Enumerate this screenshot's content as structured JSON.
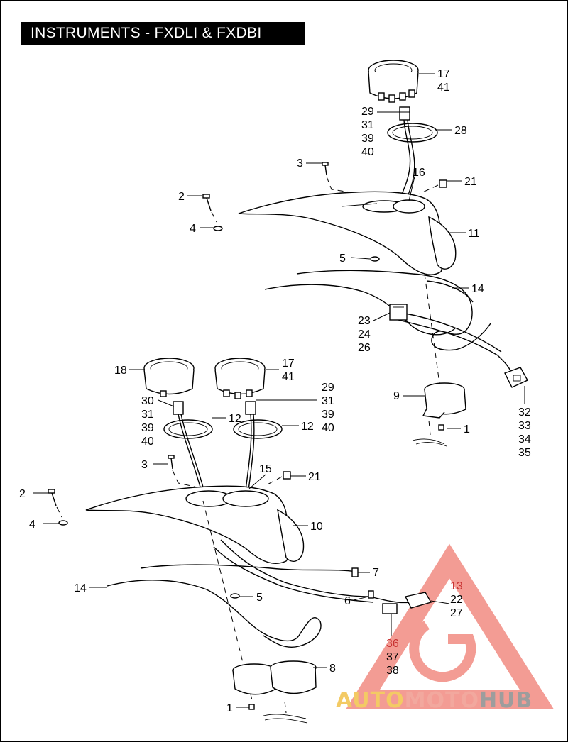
{
  "title": "INSTRUMENTS - FXDLI & FXDBI",
  "callouts": {
    "upper": {
      "c17": "17",
      "c41": "41",
      "c29": "29",
      "c31": "31",
      "c39": "39",
      "c40": "40",
      "c28": "28",
      "c3": "3",
      "c16": "16",
      "c21": "21",
      "c2": "2",
      "c4": "4",
      "c11": "11",
      "c5": "5",
      "c14": "14",
      "c23": "23",
      "c24": "24",
      "c26": "26",
      "c9": "9",
      "c1": "1",
      "c32": "32",
      "c33": "33",
      "c34": "34",
      "c35": "35"
    },
    "lower": {
      "c18": "18",
      "c17": "17",
      "c41": "41",
      "c30": "30",
      "c31a": "31",
      "c39a": "39",
      "c40a": "40",
      "c29": "29",
      "c31b": "31",
      "c39b": "39",
      "c40b": "40",
      "c12a": "12",
      "c12b": "12",
      "c3": "3",
      "c15": "15",
      "c21": "21",
      "c2": "2",
      "c4": "4",
      "c10": "10",
      "c7": "7",
      "c14": "14",
      "c5": "5",
      "c6": "6",
      "c13": "13",
      "c22": "22",
      "c27": "27",
      "c36": "36",
      "c37": "37",
      "c38": "38",
      "c8": "8",
      "c1": "1"
    }
  },
  "watermark": {
    "part1": "AUTO",
    "part2": "MOTO",
    "part3": "HUB",
    "colors": {
      "auto": "#f2c14a",
      "moto": "#f09a8e",
      "hub": "#8c8c8c",
      "triangle": "#f28b82"
    }
  }
}
